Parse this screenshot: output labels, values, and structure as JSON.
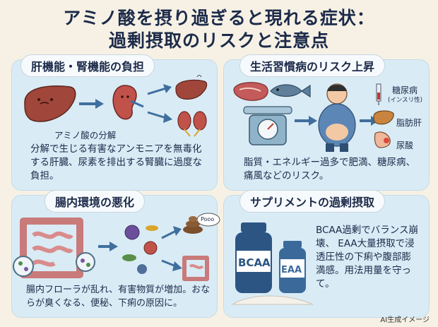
{
  "title": {
    "line1": "アミノ酸を摂り過ぎると現れる症状：",
    "line2": "過剰摂取のリスクと注意点"
  },
  "panels": {
    "liver_kidney": {
      "heading": "肝機能・腎機能の負担",
      "caption": "アミノ酸の分解",
      "description": "分解で生じる有害なアンモニアを無毒化する肝臓、尿素を排出する腎臓に過度な負担。"
    },
    "lifestyle": {
      "heading": "生活習慣病のリスク上昇",
      "labels": [
        "糖尿病",
        "(インスリ性)",
        "脂肪肝",
        "尿酸"
      ],
      "description": "脂質・エネルギー過多で肥満、糖尿病、痛風などのリスク。"
    },
    "gut": {
      "heading": "腸内環境の悪化",
      "bubble": "Pooo",
      "description": "腸内フローラが乱れ、有害物質が増加。おならが臭くなる、便秘、下痢の原因に。"
    },
    "supplement": {
      "heading": "サプリメントの過剰摂取",
      "bottle_labels": [
        "BCAA",
        "EAA"
      ],
      "description": "BCAA過剰でバランス崩壊、 EAA大量摂取で浸透圧性の下痢や腹部膨満感。用法用量を守って。"
    }
  },
  "credit": "AI生成イメージ",
  "colors": {
    "background": "#f6f1e4",
    "panel": "#d9ebf5",
    "liver": "#a0463a",
    "kidney": "#c0524a",
    "arrow": "#3f6f9e",
    "bottle": "#2c5583"
  }
}
